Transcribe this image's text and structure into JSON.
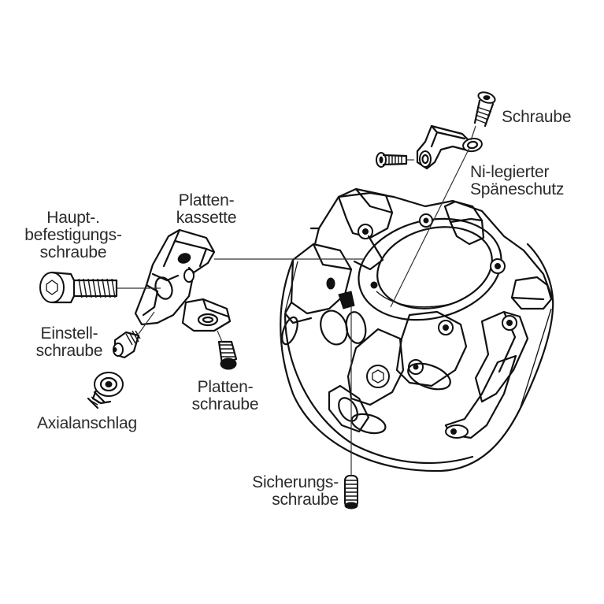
{
  "diagram": {
    "title": "Exploded view of face milling cutter",
    "ink_color": "#111111",
    "label_color": "#2b2b2b",
    "background": "#ffffff"
  },
  "labels": {
    "schraube": {
      "lines": [
        "Schraube"
      ]
    },
    "spaeneschutz": {
      "lines": [
        "Ni-legierter",
        "Späneschutz"
      ]
    },
    "plattenkassette": {
      "lines": [
        "Platten-",
        "kassette"
      ]
    },
    "hauptbefestigungsschraube": {
      "lines": [
        "Haupt-.",
        "befestigungs-",
        "schraube"
      ]
    },
    "einstellschraube": {
      "lines": [
        "Einstell-",
        "schraube"
      ]
    },
    "axialanschlag": {
      "lines": [
        "Axialanschlag"
      ]
    },
    "plattenschraube": {
      "lines": [
        "Platten-",
        "schraube"
      ]
    },
    "sicherungsschraube": {
      "lines": [
        "Sicherungs-",
        "schraube"
      ]
    }
  },
  "components": [
    {
      "id": "cutter-body",
      "name": "Cutter body",
      "icon": "milling-cutter-body"
    },
    {
      "id": "top-screw",
      "name": "Schraube",
      "icon": "countersunk-screw"
    },
    {
      "id": "side-screw",
      "name": "Schraube (side)",
      "icon": "countersunk-screw"
    },
    {
      "id": "chip-guard",
      "name": "Ni-legierter Späneschutz",
      "icon": "chip-guard-bracket"
    },
    {
      "id": "cassette",
      "name": "Plattenkassette",
      "icon": "insert-cassette"
    },
    {
      "id": "main-screw",
      "name": "Hauptbefestigungsschraube",
      "icon": "socket-head-cap-screw"
    },
    {
      "id": "adjust-screw",
      "name": "Einstellschraube",
      "icon": "set-screw"
    },
    {
      "id": "axial-stop",
      "name": "Axialanschlag",
      "icon": "axial-stop-screw"
    },
    {
      "id": "insert-screw",
      "name": "Plattenschraube",
      "icon": "torx-screw"
    },
    {
      "id": "locking-screw",
      "name": "Sicherungsschraube",
      "icon": "grub-screw"
    }
  ]
}
